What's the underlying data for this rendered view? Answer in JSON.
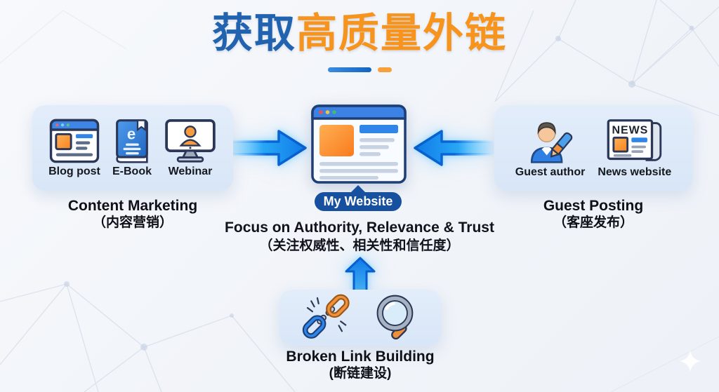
{
  "title": {
    "blue": "获取",
    "orange": "高质量外链"
  },
  "center": {
    "website_label": "My Website",
    "focus_line_en": "Focus on Authority, Relevance & Trust",
    "focus_line_zh": "（关注权威性、相关性和信任度）"
  },
  "groups": {
    "content_marketing": {
      "title_en": "Content Marketing",
      "title_zh": "（内容营销）",
      "items": [
        {
          "icon": "blog-post-icon",
          "label": "Blog post"
        },
        {
          "icon": "ebook-icon",
          "label": "E-Book"
        },
        {
          "icon": "webinar-icon",
          "label": "Webinar"
        }
      ]
    },
    "guest_posting": {
      "title_en": "Guest Posting",
      "title_zh": "（客座发布）",
      "items": [
        {
          "icon": "guest-author-icon",
          "label": "Guest author"
        },
        {
          "icon": "news-website-icon",
          "label": "News website"
        }
      ]
    },
    "broken_link_building": {
      "title_en": "Broken Link Building",
      "title_zh": "(断链建设)",
      "items": [
        {
          "icon": "broken-link-icon"
        },
        {
          "icon": "magnifier-icon"
        }
      ]
    }
  },
  "icons": {
    "ebook_letter": "e",
    "news_text": "NEWS"
  },
  "colors": {
    "title_blue": "#2263b0",
    "title_orange": "#f7941e",
    "arrow_blue": "#1e8ff2",
    "card_bg": "#dde9f8",
    "pill_bg": "#17509e",
    "background": "#f3f6fa"
  }
}
